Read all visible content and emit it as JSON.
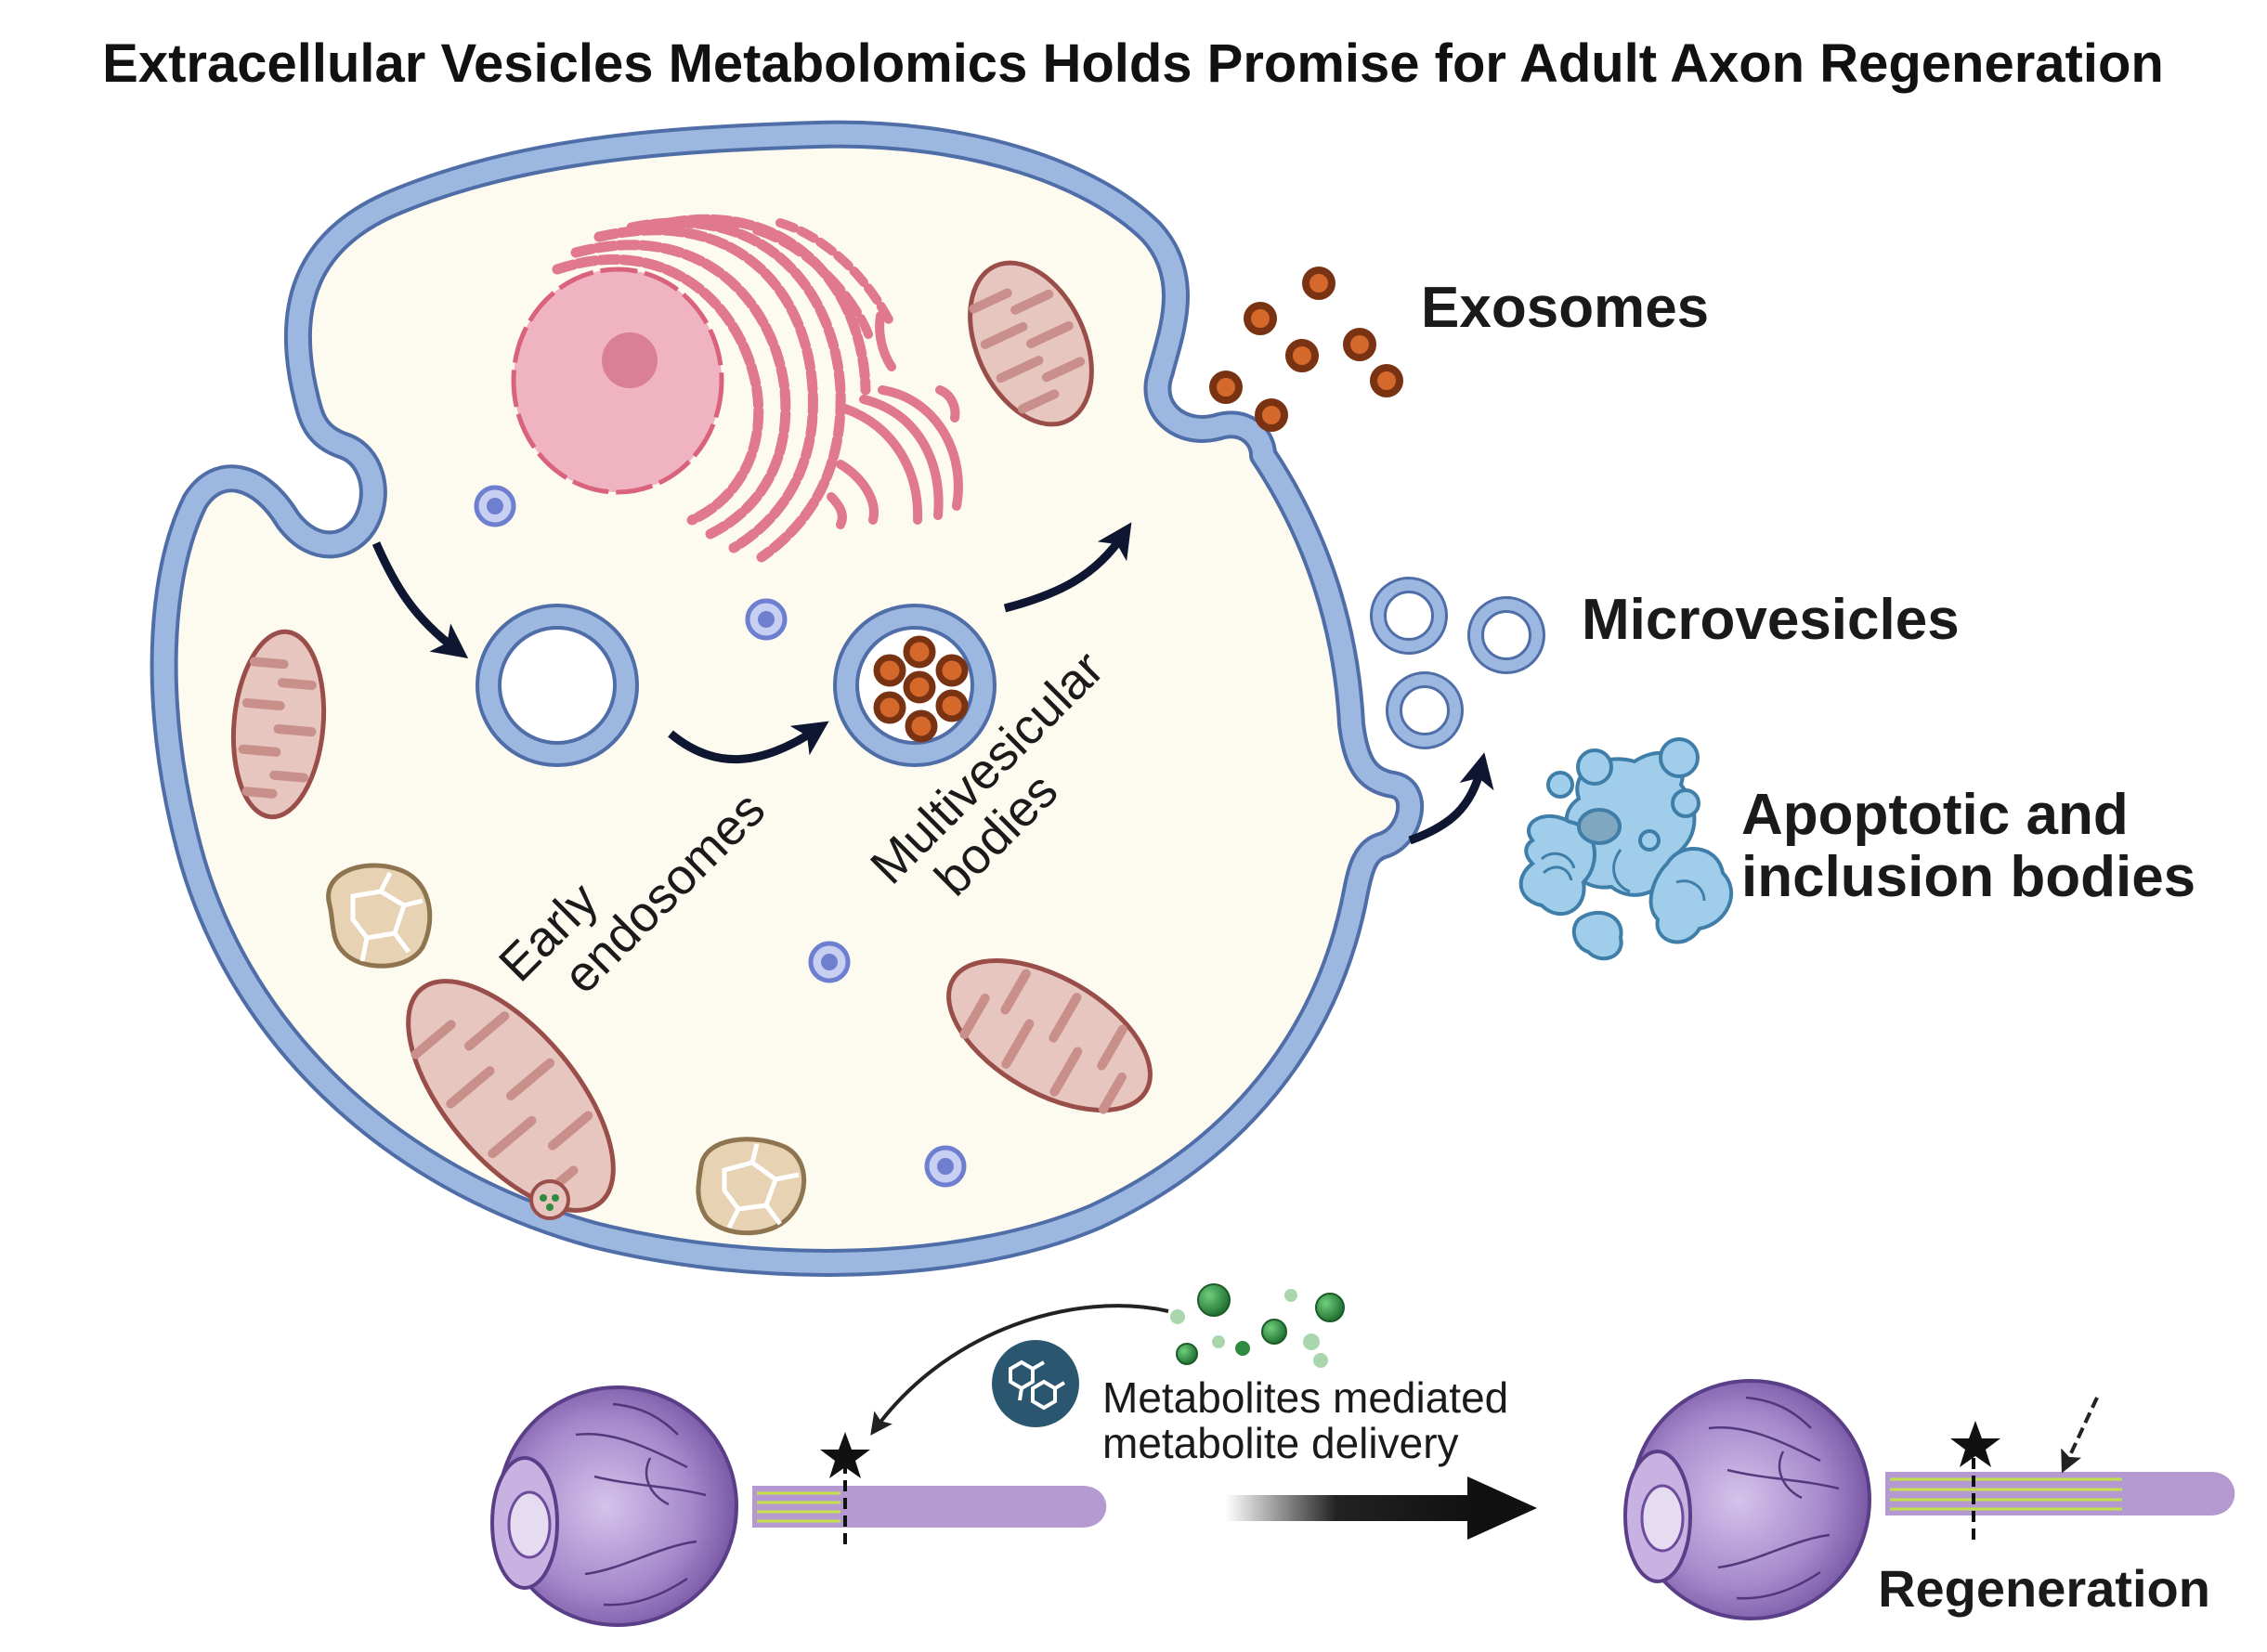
{
  "title": "Extracellular Vesicles Metabolomics Holds Promise for Adult Axon Regeneration",
  "labels": {
    "exosomes": "Exosomes",
    "microvesicles": "Microvesicles",
    "apoptotic_line1": "Apoptotic and",
    "apoptotic_line2": "inclusion bodies",
    "early_line1": "Early",
    "early_line2": "endosomes",
    "mvb_line1": "Multivesicular",
    "mvb_line2": "bodies",
    "delivery_line1": "Metabolites mediated",
    "delivery_line2": "metabolite delivery",
    "regeneration": "Regeneration"
  },
  "colors": {
    "cell_fill": "#fdfbf0",
    "membrane": "#9cb7e0",
    "membrane_outline": "#4f6ea8",
    "exosome_outer": "#7a3312",
    "exosome_inner": "#d4692b",
    "mitochondria": "#c98f8a",
    "nucleus": "#f0b3c2",
    "golgi_er": "#e0788e",
    "apoptotic": "#9fcdea",
    "metabolite": "#2e8b3f",
    "eye": "#8d6bb8",
    "nerve": "#b49ad1",
    "axon_fiber": "#c6e04a",
    "arrow": "#0f1632"
  },
  "icons": {
    "molecule_badge": "molecule-icon",
    "injury_marker": "star-icon"
  }
}
